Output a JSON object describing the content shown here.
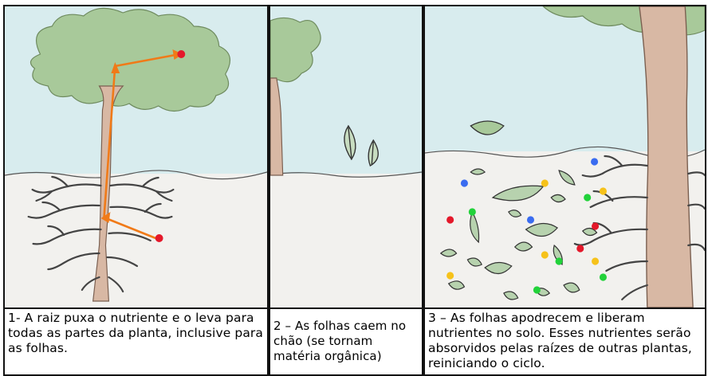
{
  "panels": [
    {
      "caption": "1- A raiz puxa o nutriente e o leva para todas as partes da planta, inclusive para as folhas."
    },
    {
      "caption": "2 – As folhas caem no chão (se tornam matéria orgânica)"
    },
    {
      "caption": "3 – As folhas apodrecem e liberam nutrientes no solo. Esses nutrientes serão absorvidos pelas raízes de outras plantas, reiniciando o ciclo."
    }
  ],
  "colors": {
    "sky": "#d8ecee",
    "ground": "#f2f1ee",
    "foliage": "#a8c99a",
    "trunk": "#d8b8a4",
    "arrow": "#f07a18",
    "nutrient_red": "#e4182a",
    "nutrient_green": "#22d23a",
    "nutrient_blue": "#3a6cf0",
    "nutrient_yellow": "#f6c21a"
  }
}
